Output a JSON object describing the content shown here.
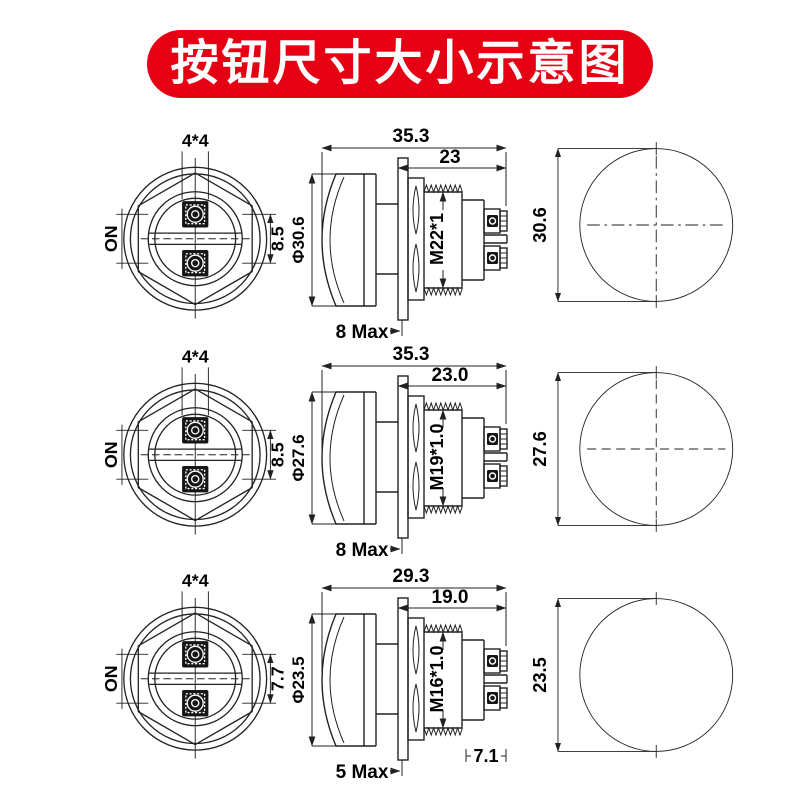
{
  "title_banner": {
    "text": "按钮尺寸大小示意图",
    "bg_color": "#e60013",
    "text_color": "#ffffff"
  },
  "drawing_colors": {
    "line": "#222222",
    "text": "#000000",
    "background": "#ffffff"
  },
  "rows": [
    {
      "back_view": {
        "terminal_size": "4*4",
        "contact_label": "NO",
        "terminal_spacing": "8.5"
      },
      "side_view": {
        "overall_length": "35.3",
        "behind_panel_length": "23",
        "head_diameter": "Φ30.6",
        "thread_spec": "M22*1",
        "panel_thickness_max": "8 Max"
      },
      "front_view": {
        "diameter": "30.6"
      }
    },
    {
      "back_view": {
        "terminal_size": "4*4",
        "contact_label": "NO",
        "terminal_spacing": "8.5"
      },
      "side_view": {
        "overall_length": "35.3",
        "behind_panel_length": "23.0",
        "head_diameter": "Φ27.6",
        "thread_spec": "M19*1.0",
        "panel_thickness_max": "8 Max"
      },
      "front_view": {
        "diameter": "27.6"
      }
    },
    {
      "back_view": {
        "terminal_size": "4*4",
        "contact_label": "NO",
        "terminal_spacing": "7.7"
      },
      "side_view": {
        "overall_length": "29.3",
        "behind_panel_length": "19.0",
        "head_diameter": "Φ23.5",
        "thread_spec": "M16*1.0",
        "terminal_length": "7.1",
        "panel_thickness_max": "5 Max"
      },
      "front_view": {
        "diameter": "23.5"
      }
    }
  ]
}
